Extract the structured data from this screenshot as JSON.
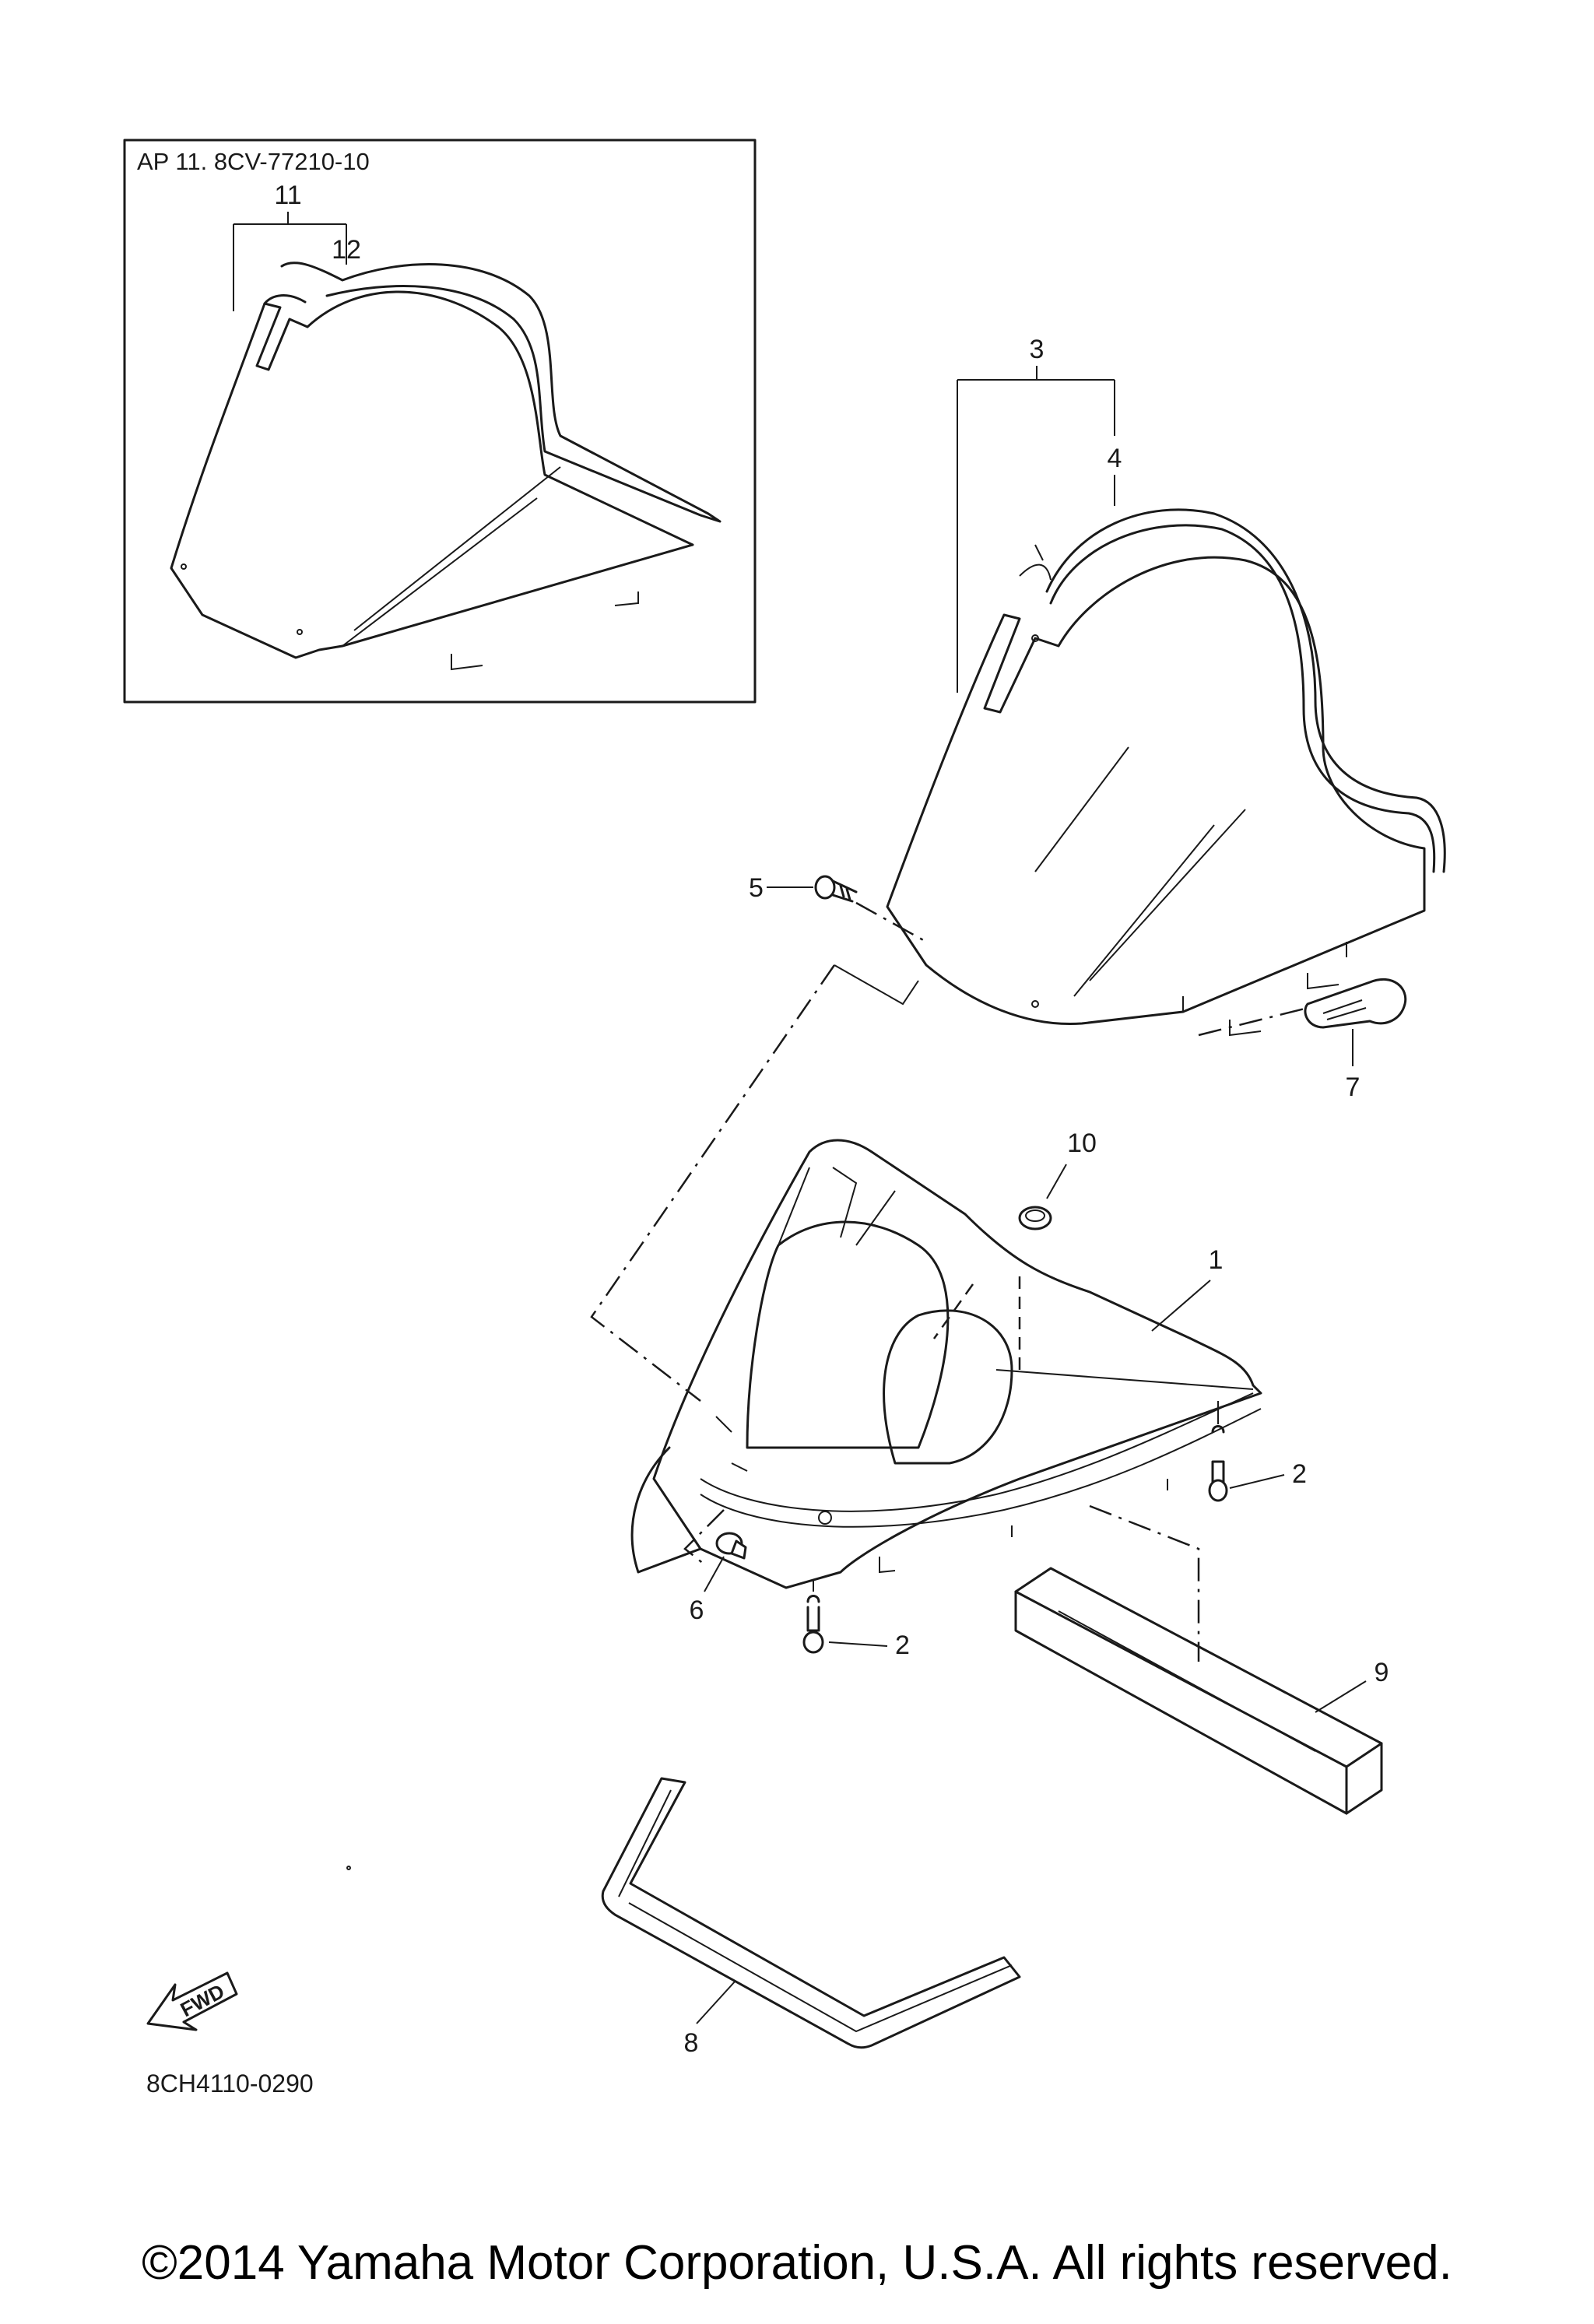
{
  "inset": {
    "title": "AP  11. 8CV-77210-10",
    "labels": [
      "11",
      "12"
    ]
  },
  "callouts": {
    "c1": "1",
    "c2a": "2",
    "c2b": "2",
    "c3": "3",
    "c4": "4",
    "c5": "5",
    "c6": "6",
    "c7": "7",
    "c8": "8",
    "c9": "9",
    "c10": "10"
  },
  "fwd_label": "FWD",
  "diagram_code": "8CH4110-0290",
  "copyright": "©2014 Yamaha Motor Corporation, U.S.A. All rights reserved."
}
